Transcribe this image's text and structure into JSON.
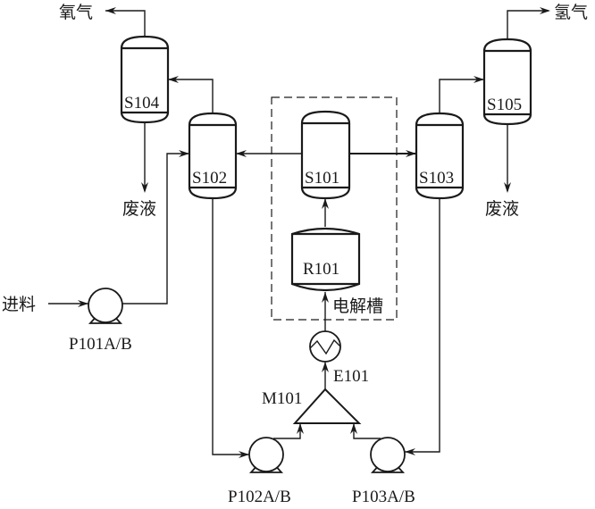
{
  "diagram": {
    "type": "process-flow-diagram",
    "equipment": {
      "S101": {
        "tag": "S101",
        "kind": "separator"
      },
      "S102": {
        "tag": "S102",
        "kind": "separator"
      },
      "S103": {
        "tag": "S103",
        "kind": "separator"
      },
      "S104": {
        "tag": "S104",
        "kind": "separator"
      },
      "S105": {
        "tag": "S105",
        "kind": "separator"
      },
      "R101": {
        "tag": "R101",
        "kind": "electrolytic-cell"
      },
      "E101": {
        "tag": "E101",
        "kind": "heat-exchanger"
      },
      "M101": {
        "tag": "M101",
        "kind": "mixer"
      },
      "P101": {
        "tag": "P101A/B",
        "kind": "pump"
      },
      "P102": {
        "tag": "P102A/B",
        "kind": "pump"
      },
      "P103": {
        "tag": "P103A/B",
        "kind": "pump"
      }
    },
    "labels": {
      "oxygen": "氧气",
      "hydrogen": "氢气",
      "waste_left": "废液",
      "waste_right": "废液",
      "feed": "进料",
      "cell_group": "电解槽"
    },
    "streams": [
      {
        "from": "feed",
        "to": "P101A/B"
      },
      {
        "from": "P101A/B",
        "to": "S102"
      },
      {
        "from": "S101",
        "to": "S102"
      },
      {
        "from": "S101",
        "to": "S103"
      },
      {
        "from": "S102",
        "to": "S104"
      },
      {
        "from": "S103",
        "to": "S105"
      },
      {
        "from": "S104",
        "to": "氧气"
      },
      {
        "from": "S104",
        "to": "废液"
      },
      {
        "from": "S105",
        "to": "氢气"
      },
      {
        "from": "S105",
        "to": "废液"
      },
      {
        "from": "S102",
        "to": "P102A/B"
      },
      {
        "from": "S103",
        "to": "P103A/B"
      },
      {
        "from": "P102A/B",
        "to": "M101"
      },
      {
        "from": "P103A/B",
        "to": "M101"
      },
      {
        "from": "M101",
        "to": "E101"
      },
      {
        "from": "E101",
        "to": "R101"
      },
      {
        "from": "R101",
        "to": "S101"
      }
    ]
  }
}
